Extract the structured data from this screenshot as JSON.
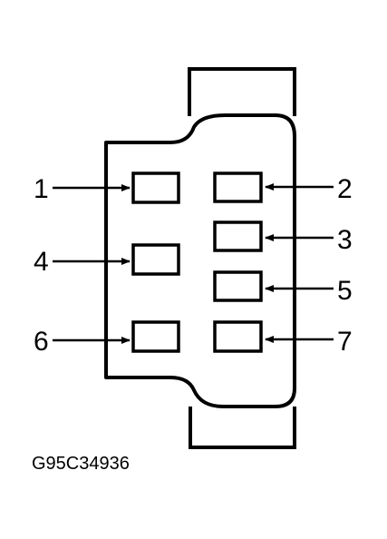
{
  "diagram": {
    "pins": [
      {
        "label": "1"
      },
      {
        "label": "2"
      },
      {
        "label": "3"
      },
      {
        "label": "4"
      },
      {
        "label": "5"
      },
      {
        "label": "6"
      },
      {
        "label": "7"
      }
    ],
    "reference_code": "G95C34936"
  },
  "colors": {
    "line": "#000000",
    "background": "#ffffff"
  }
}
